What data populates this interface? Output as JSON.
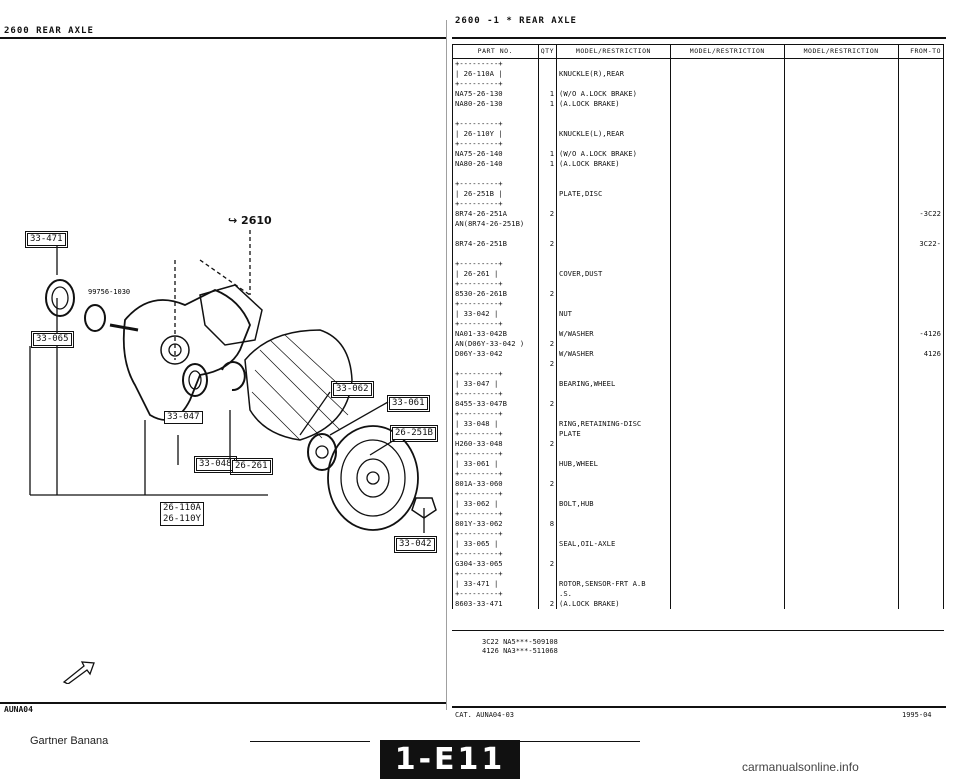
{
  "page_header_left": "2600   REAR AXLE",
  "page_header_right": "2600  -1 *  REAR AXLE",
  "group_label": "2610",
  "callouts": {
    "c33471": "33-471",
    "c33065": "33-065",
    "c33047": "33-047",
    "c33048": "33-048",
    "c26261": "26-261",
    "c26110": "26-110A",
    "c26110y": "26-110Y",
    "c33062": "33-062",
    "c33061": "33-061",
    "c26251": "26-251B",
    "c33042": "33-042",
    "bolt_part": "99756-1030"
  },
  "columns": {
    "part": "PART NO.",
    "qty": "QTY",
    "model1": "MODEL/RESTRICTION",
    "model2": "MODEL/RESTRICTION",
    "model3": "MODEL/RESTRICTION",
    "from": "FROM-TO"
  },
  "rows": [
    {
      "part": "+---------+",
      "qty": "",
      "desc": "",
      "from": ""
    },
    {
      "part": "| 26-110A |",
      "qty": "",
      "desc": "KNUCKLE(R),REAR",
      "from": ""
    },
    {
      "part": "+---------+",
      "qty": "",
      "desc": "",
      "from": ""
    },
    {
      "part": "NA75-26-130",
      "qty": "1",
      "desc": "(W/O A.LOCK BRAKE)",
      "from": ""
    },
    {
      "part": "NA80-26-130",
      "qty": "1",
      "desc": "(A.LOCK BRAKE)",
      "from": ""
    },
    {
      "part": "",
      "qty": "",
      "desc": "",
      "from": ""
    },
    {
      "part": "+---------+",
      "qty": "",
      "desc": "",
      "from": ""
    },
    {
      "part": "| 26-110Y |",
      "qty": "",
      "desc": "KNUCKLE(L),REAR",
      "from": ""
    },
    {
      "part": "+---------+",
      "qty": "",
      "desc": "",
      "from": ""
    },
    {
      "part": "NA75-26-140",
      "qty": "1",
      "desc": "(W/O A.LOCK BRAKE)",
      "from": ""
    },
    {
      "part": "NA80-26-140",
      "qty": "1",
      "desc": "(A.LOCK BRAKE)",
      "from": ""
    },
    {
      "part": "",
      "qty": "",
      "desc": "",
      "from": ""
    },
    {
      "part": "+---------+",
      "qty": "",
      "desc": "",
      "from": ""
    },
    {
      "part": "| 26-251B |",
      "qty": "",
      "desc": "PLATE,DISC",
      "from": ""
    },
    {
      "part": "+---------+",
      "qty": "",
      "desc": "",
      "from": ""
    },
    {
      "part": "8R74-26-251A",
      "qty": "2",
      "desc": "",
      "from": "-3C22"
    },
    {
      "part": "AN(8R74-26-251B)",
      "qty": "",
      "desc": "",
      "from": ""
    },
    {
      "part": "",
      "qty": "",
      "desc": "",
      "from": ""
    },
    {
      "part": "8R74-26-251B",
      "qty": "2",
      "desc": "",
      "from": "3C22-"
    },
    {
      "part": "",
      "qty": "",
      "desc": "",
      "from": ""
    },
    {
      "part": "+---------+",
      "qty": "",
      "desc": "",
      "from": ""
    },
    {
      "part": "| 26-261  |",
      "qty": "",
      "desc": "COVER,DUST",
      "from": ""
    },
    {
      "part": "+---------+",
      "qty": "",
      "desc": "",
      "from": ""
    },
    {
      "part": "8530-26-261B",
      "qty": "2",
      "desc": "",
      "from": ""
    },
    {
      "part": "+---------+",
      "qty": "",
      "desc": "",
      "from": ""
    },
    {
      "part": "| 33-042  |",
      "qty": "",
      "desc": "NUT",
      "from": ""
    },
    {
      "part": "+---------+",
      "qty": "",
      "desc": "",
      "from": ""
    },
    {
      "part": "NA01-33-042B",
      "qty": "",
      "desc": "W/WASHER",
      "from": "-4126"
    },
    {
      "part": "AN(D06Y-33-042 )",
      "qty": "2",
      "desc": "",
      "from": ""
    },
    {
      "part": "D06Y-33-042",
      "qty": "",
      "desc": "W/WASHER",
      "from": "4126"
    },
    {
      "part": "",
      "qty": "2",
      "desc": "",
      "from": ""
    },
    {
      "part": "+---------+",
      "qty": "",
      "desc": "",
      "from": ""
    },
    {
      "part": "| 33-047  |",
      "qty": "",
      "desc": "BEARING,WHEEL",
      "from": ""
    },
    {
      "part": "+---------+",
      "qty": "",
      "desc": "",
      "from": ""
    },
    {
      "part": "8455-33-047B",
      "qty": "2",
      "desc": "",
      "from": ""
    },
    {
      "part": "+---------+",
      "qty": "",
      "desc": "",
      "from": ""
    },
    {
      "part": "| 33-048  |",
      "qty": "",
      "desc": "RING,RETAINING-DISC",
      "from": ""
    },
    {
      "part": "+---------+",
      "qty": "",
      "desc": "PLATE",
      "from": ""
    },
    {
      "part": "H260-33-048",
      "qty": "2",
      "desc": "",
      "from": ""
    },
    {
      "part": "+---------+",
      "qty": "",
      "desc": "",
      "from": ""
    },
    {
      "part": "| 33-061  |",
      "qty": "",
      "desc": "HUB,WHEEL",
      "from": ""
    },
    {
      "part": "+---------+",
      "qty": "",
      "desc": "",
      "from": ""
    },
    {
      "part": "801A-33-060",
      "qty": "2",
      "desc": "",
      "from": ""
    },
    {
      "part": "+---------+",
      "qty": "",
      "desc": "",
      "from": ""
    },
    {
      "part": "| 33-062  |",
      "qty": "",
      "desc": "BOLT,HUB",
      "from": ""
    },
    {
      "part": "+---------+",
      "qty": "",
      "desc": "",
      "from": ""
    },
    {
      "part": "801Y-33-062",
      "qty": "8",
      "desc": "",
      "from": ""
    },
    {
      "part": "+---------+",
      "qty": "",
      "desc": "",
      "from": ""
    },
    {
      "part": "| 33-065  |",
      "qty": "",
      "desc": "SEAL,OIL-AXLE",
      "from": ""
    },
    {
      "part": "+---------+",
      "qty": "",
      "desc": "",
      "from": ""
    },
    {
      "part": "G304-33-065",
      "qty": "2",
      "desc": "",
      "from": ""
    },
    {
      "part": "+---------+",
      "qty": "",
      "desc": "",
      "from": ""
    },
    {
      "part": "| 33-471  |",
      "qty": "",
      "desc": "ROTOR,SENSOR-FRT A.B",
      "from": ""
    },
    {
      "part": "+---------+",
      "qty": "",
      "desc": ".S.",
      "from": ""
    },
    {
      "part": "8603-33-471",
      "qty": "2",
      "desc": "(A.LOCK BRAKE)",
      "from": ""
    }
  ],
  "footer_note_1": "3C22 NA5***-509108",
  "footer_note_2": "4126 NA3***-511068",
  "footer_left": "AUNA04",
  "footer_center": "CAT. AUNA04-03",
  "footer_right": "1995-04",
  "page_badge": "1-E11",
  "watermark": "Gartner Banana",
  "site": "carmanualsonline.info"
}
